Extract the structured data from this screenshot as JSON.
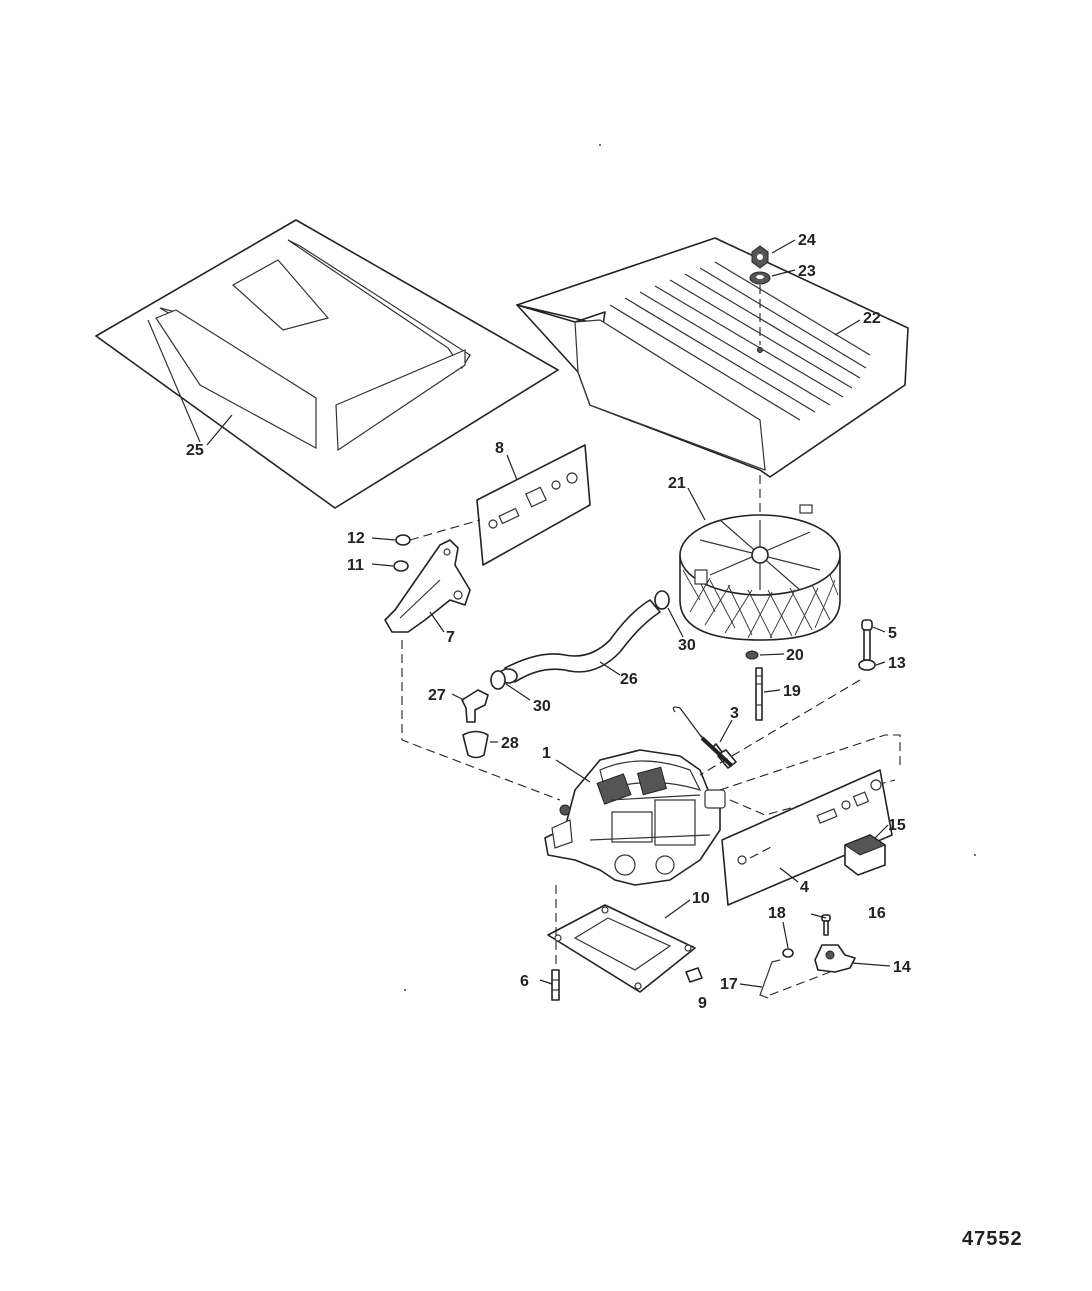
{
  "figure_number": "47552",
  "callouts": {
    "c1": "1",
    "c3": "3",
    "c4": "4",
    "c5": "5",
    "c6": "6",
    "c7": "7",
    "c8": "8",
    "c9": "9",
    "c10": "10",
    "c11": "11",
    "c12": "12",
    "c13": "13",
    "c14": "14",
    "c15": "15",
    "c16": "16",
    "c17": "17",
    "c18": "18",
    "c19": "19",
    "c20": "20",
    "c21": "21",
    "c22": "22",
    "c23": "23",
    "c24": "24",
    "c25": "25",
    "c26": "26",
    "c27": "27",
    "c28": "28",
    "c30a": "30",
    "c30b": "30"
  }
}
